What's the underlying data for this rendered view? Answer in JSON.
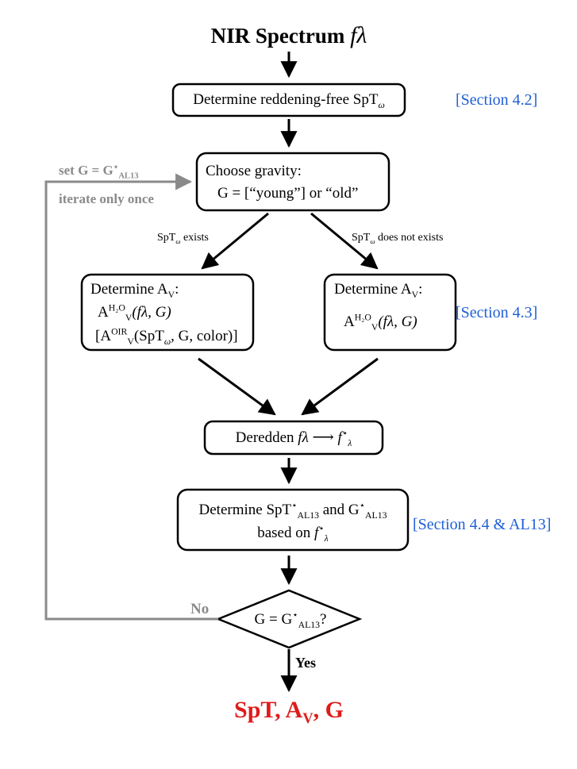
{
  "title": {
    "text": "NIR Spectrum",
    "symbol": "fλ"
  },
  "steps": {
    "spt": {
      "prefix": "Determine reddening-free",
      "sym": "SpT",
      "sub": "ω"
    },
    "gravity": {
      "line1": "Choose gravity:",
      "line2": "G = [“young”] or “old”"
    },
    "av_left": {
      "heading": "Determine A",
      "heading_sub": "V",
      "heading_suffix": ":",
      "formula1": "A",
      "formula1_sub": "V",
      "formula1_sup": "H₂O",
      "formula1_args": "(fλ, G)",
      "formula2": "[A",
      "formula2_sub": "V",
      "formula2_sup": "OIR",
      "formula2_args": "(SpT",
      "formula2_args_sub": "ω",
      "formula2_tail": ", G, color)]"
    },
    "av_right": {
      "heading": "Determine A",
      "heading_sub": "V",
      "heading_suffix": ":",
      "formula": "A",
      "formula_sub": "V",
      "formula_sup": "H₂O",
      "formula_args": "(fλ, G)"
    },
    "deredden": {
      "label": "Deredden",
      "from": "fλ",
      "arrow": "⟶",
      "to": "f",
      "to_sub": "λ",
      "to_sup": "⋆"
    },
    "determine_al13": {
      "line1_a": "Determine",
      "line1_b": "SpT",
      "line1_b_sup": "⋆",
      "line1_b_sub": "AL13",
      "line1_c": "and",
      "line1_d": "G",
      "line1_d_sup": "⋆",
      "line1_d_sub": "AL13",
      "line2_a": "based on",
      "line2_f": "f",
      "line2_f_sup": "⋆",
      "line2_f_sub": "λ"
    },
    "decision": {
      "text": "G = G",
      "sup": "⋆",
      "sub": "AL13",
      "q": "?"
    }
  },
  "edges": {
    "left_branch": {
      "sym": "SpT",
      "sub": "ω",
      "text": "exists"
    },
    "right_branch": {
      "sym": "SpT",
      "sub": "ω",
      "text": "does not exists"
    },
    "no": "No",
    "yes": "Yes",
    "loop_line1": "set",
    "loop_g": "G = G",
    "loop_sup": "⋆",
    "loop_sub": "AL13",
    "loop_line2": "iterate only once"
  },
  "sections": {
    "s1": "[Section 4.2]",
    "s2": "[Section 4.3]",
    "s3": "[Section 4.4 & AL13]"
  },
  "result": {
    "a": "SpT",
    "b": "A",
    "b_sub": "V",
    "c": "G"
  },
  "colors": {
    "section": "#1f5fd6",
    "loop": "#8a8a8a",
    "result": "#e01b1b"
  }
}
